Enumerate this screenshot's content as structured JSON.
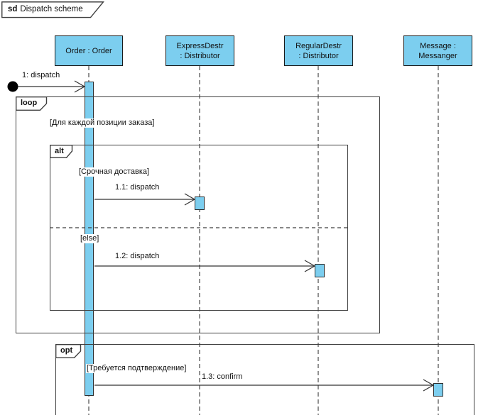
{
  "title": {
    "keyword": "sd",
    "text": "Dispatch scheme"
  },
  "colors": {
    "shape_fill": "#7CCEEF",
    "head_border": "#1a1a1a",
    "frame_border": "#3f3f3f",
    "message_line": "#333333",
    "lifeline_dash": "#4a4a4a"
  },
  "lifelines": [
    {
      "id": "order",
      "line1": "Order : Order",
      "line2": ""
    },
    {
      "id": "express-destr",
      "line1": "ExpressDestr",
      "line2": ": Distributor"
    },
    {
      "id": "regular-destr",
      "line1": "RegularDestr",
      "line2": ": Distributor"
    },
    {
      "id": "messanger",
      "line1": "Message :",
      "line2": "Messanger"
    }
  ],
  "fragments": {
    "loop": {
      "operator": "loop",
      "guard": "[Для каждой позиции заказа]"
    },
    "alt": {
      "operator": "alt",
      "guard1": "[Срочная доставка]",
      "guard2": "[else]"
    },
    "opt": {
      "operator": "opt",
      "guard": "[Требуется подтверждение]"
    }
  },
  "messages": [
    {
      "label": "1: dispatch"
    },
    {
      "label": "1.1: dispatch"
    },
    {
      "label": "1.2: dispatch"
    },
    {
      "label": "1.3: confirm"
    }
  ]
}
